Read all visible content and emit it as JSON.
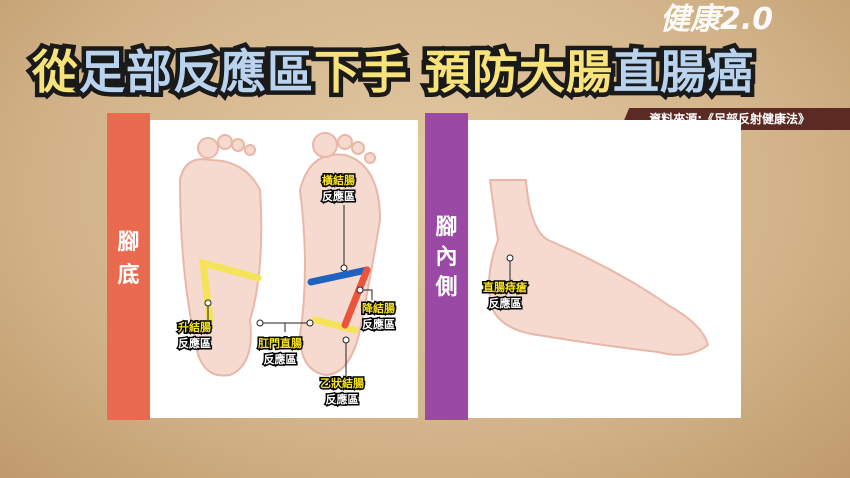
{
  "title": {
    "part1": "從",
    "part2": "足部反應區",
    "part3": "下手",
    "part4": "預防大腸",
    "part5": "直腸癌"
  },
  "logo": "健康2.0",
  "source": "資料來源:《足部反射健康法》",
  "left_panel": {
    "label_1": "腳",
    "label_2": "底",
    "zones": [
      {
        "name": "升結腸",
        "sub": "反應區"
      },
      {
        "name": "肛門直腸",
        "sub": "反應區"
      },
      {
        "name": "橫結腸",
        "sub": "反應區"
      },
      {
        "name": "降結腸",
        "sub": "反應區"
      },
      {
        "name": "乙狀結腸",
        "sub": "反應區"
      }
    ]
  },
  "right_panel": {
    "label_1": "腳",
    "label_2": "內",
    "label_3": "側",
    "zones": [
      {
        "name": "直腸痔瘡",
        "sub": "反應區"
      }
    ]
  },
  "colors": {
    "left_panel": "#ea6a4f",
    "right_panel": "#9a4aa5",
    "source_bg": "#5b2a22",
    "ascending": "#f5e35a",
    "transverse": "#1e63c0",
    "descending": "#e8553c"
  }
}
